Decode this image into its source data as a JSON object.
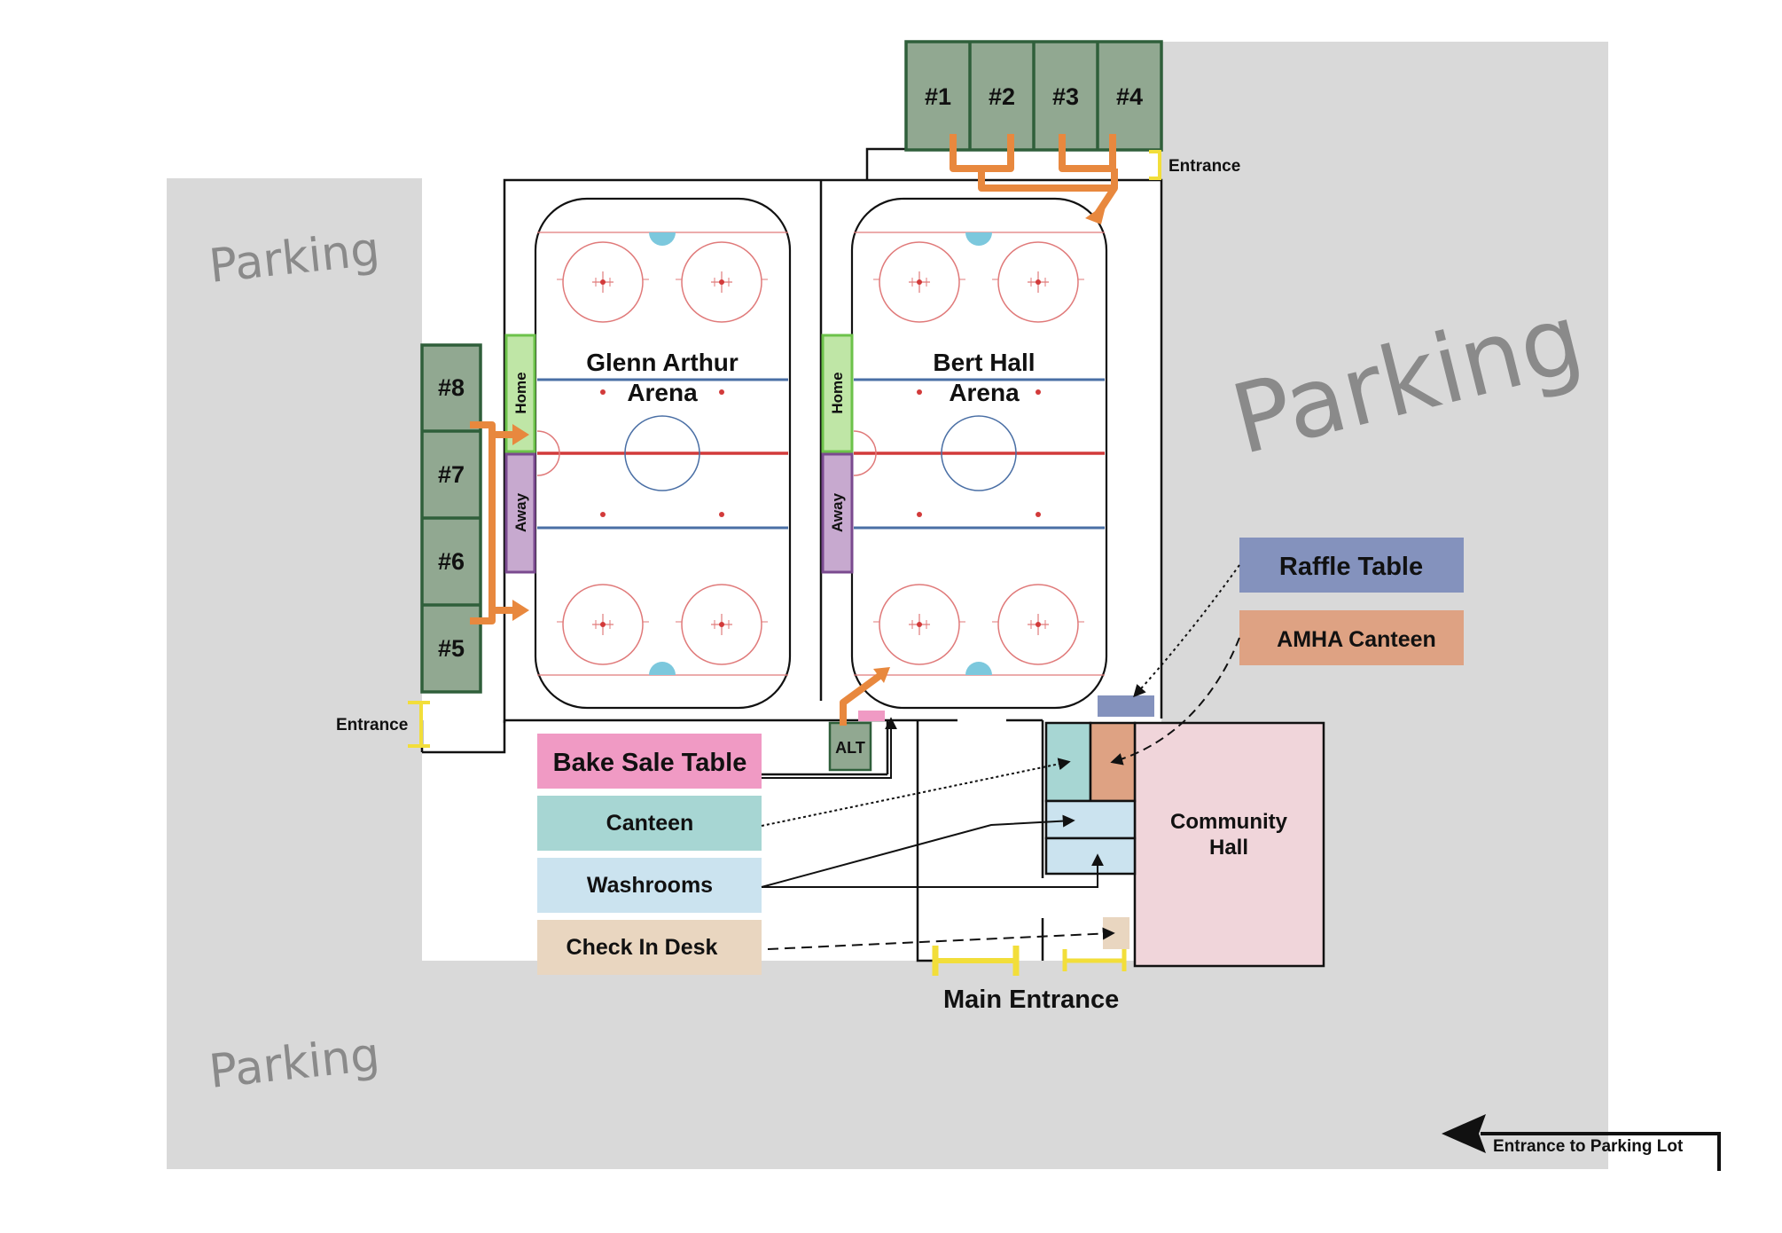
{
  "parking": {
    "label": "Parking"
  },
  "rinks": [
    {
      "name_line1": "Glenn Arthur",
      "name_line2": "Arena",
      "home": "Home",
      "away": "Away"
    },
    {
      "name_line1": "Bert Hall",
      "name_line2": "Arena",
      "home": "Home",
      "away": "Away"
    }
  ],
  "dressing_rooms": {
    "top": [
      "#1",
      "#2",
      "#3",
      "#4"
    ],
    "left": [
      "#8",
      "#7",
      "#6",
      "#5"
    ],
    "alt": "ALT"
  },
  "entrances": {
    "top_right": "Entrance",
    "left": "Entrance",
    "main": "Main Entrance",
    "parking_lot": "Entrance to Parking Lot"
  },
  "community_hall": {
    "line1": "Community",
    "line2": "Hall"
  },
  "legend": {
    "raffle": "Raffle Table",
    "amha_canteen": "AMHA Canteen",
    "bake_sale": "Bake Sale Table",
    "canteen": "Canteen",
    "washrooms": "Washrooms",
    "check_in": "Check In Desk"
  },
  "colors": {
    "parking": "#d9d9d9",
    "dressing_room": "#91a891",
    "dressing_room_border": "#2f5f3a",
    "home_bench": "#bfe6a6",
    "away_bench": "#c7a9cf",
    "route_arrow": "#e8883e",
    "raffle": "#8492bd",
    "amha_canteen": "#dea283",
    "bake_sale": "#f09ac4",
    "canteen": "#a7d6d3",
    "washrooms": "#cbe3ef",
    "check_in": "#e9d6c0",
    "community_hall": "#f0d5da",
    "entrance_marker": "#f2de3a",
    "blue_line": "#4a6fa5",
    "red_line": "#d23a3a"
  }
}
